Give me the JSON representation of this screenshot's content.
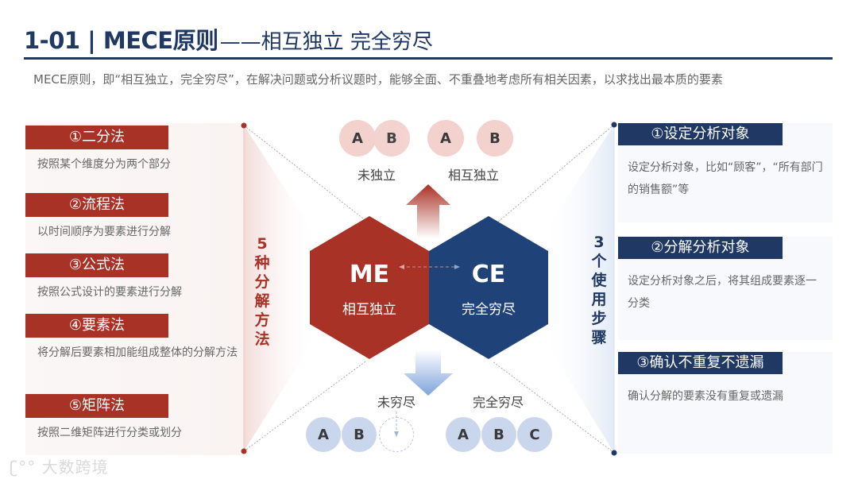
{
  "header": {
    "title_main": "1-01 | MECE原则",
    "title_sub": "——相互独立 完全穷尽"
  },
  "intro": "MECE原则，即“相互独立，完全穷尽”，在解决问题或分析议题时，能够全面、不重叠地考虑所有相关因素，以求找出最本质的要素",
  "left": {
    "vertical_label": [
      "5",
      "种",
      "分",
      "解",
      "方",
      "法"
    ],
    "methods": [
      {
        "label": "①二分法",
        "desc": "按照某个维度分为两个部分"
      },
      {
        "label": "②流程法",
        "desc": "以时间顺序为要素进行分解"
      },
      {
        "label": "③公式法",
        "desc": "按照公式设计的要素进行分解"
      },
      {
        "label": "④要素法",
        "desc": "将分解后要素相加能组成整体的分解方法"
      },
      {
        "label": "⑤矩阵法",
        "desc": "按照二维矩阵进行分类或划分"
      }
    ]
  },
  "center": {
    "top": {
      "not_independent": {
        "circles": [
          "A",
          "B"
        ],
        "caption": "未独立"
      },
      "independent": {
        "circles": [
          "A",
          "B"
        ],
        "caption": "相互独立"
      }
    },
    "me": {
      "title": "ME",
      "sub": "相互独立"
    },
    "ce": {
      "title": "CE",
      "sub": "完全穷尽"
    },
    "bottom": {
      "not_exhaustive": {
        "circles": [
          "A",
          "B"
        ],
        "caption": "未穷尽"
      },
      "exhaustive": {
        "circles": [
          "A",
          "B",
          "C"
        ],
        "caption": "完全穷尽"
      }
    }
  },
  "right": {
    "vertical_label": [
      "3",
      "个",
      "使",
      "用",
      "步",
      "骤"
    ],
    "steps": [
      {
        "label": "①设定分析对象",
        "desc": "设定分析对象，比如“顾客”，“所有部门的销售额”等"
      },
      {
        "label": "②分解分析对象",
        "desc": "设定分析对象之后，将其组成要素逐一分类"
      },
      {
        "label": "③确认不重复不遗漏",
        "desc": "确认分解的要素没有重复或遗漏"
      }
    ]
  },
  "watermark": "大数跨境",
  "colors": {
    "red": "#a93226",
    "navy": "#1f3864",
    "pink_circle": "#f3d1cd",
    "blue_circle": "#c9d6ec"
  }
}
